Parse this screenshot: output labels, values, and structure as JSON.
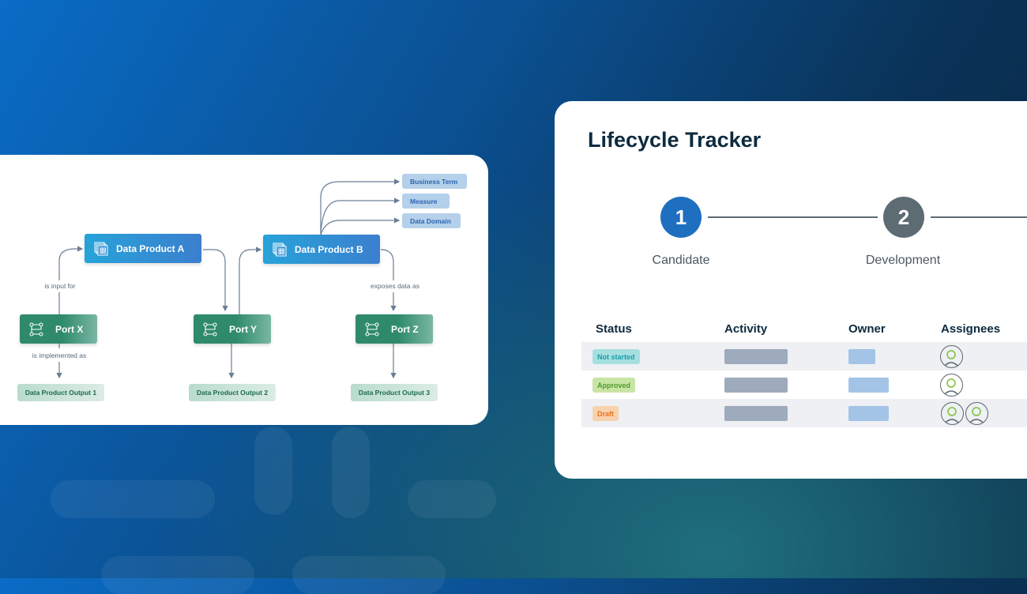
{
  "diagram": {
    "tags": [
      "Business Term",
      "Measure",
      "Data Domain"
    ],
    "data_products": [
      "Data Product A",
      "Data Product B"
    ],
    "ports": [
      "Port X",
      "Port Y",
      "Port Z"
    ],
    "outputs": [
      "Data Product Output 1",
      "Data Product Output 2",
      "Data Product Output 3"
    ],
    "edge_labels": {
      "input": "is input for",
      "implemented": "is implemented as",
      "exposes": "exposes data as"
    }
  },
  "tracker": {
    "title": "Lifecycle Tracker",
    "steps": [
      {
        "number": "1",
        "label": "Candidate",
        "color": "#1f6fc0"
      },
      {
        "number": "2",
        "label": "Development",
        "color": "#5d6b73"
      }
    ],
    "columns": [
      "Status",
      "Activity",
      "Owner",
      "Assignees"
    ],
    "rows": [
      {
        "status": "Not started",
        "status_bg": "#a6dfe0",
        "status_fg": "#1a9eab",
        "assignees": 1
      },
      {
        "status": "Approved",
        "status_bg": "#c9e5a6",
        "status_fg": "#4e9a2a",
        "assignees": 1
      },
      {
        "status": "Draft",
        "status_bg": "#f8d2ae",
        "status_fg": "#e8731e",
        "assignees": 2
      }
    ]
  }
}
